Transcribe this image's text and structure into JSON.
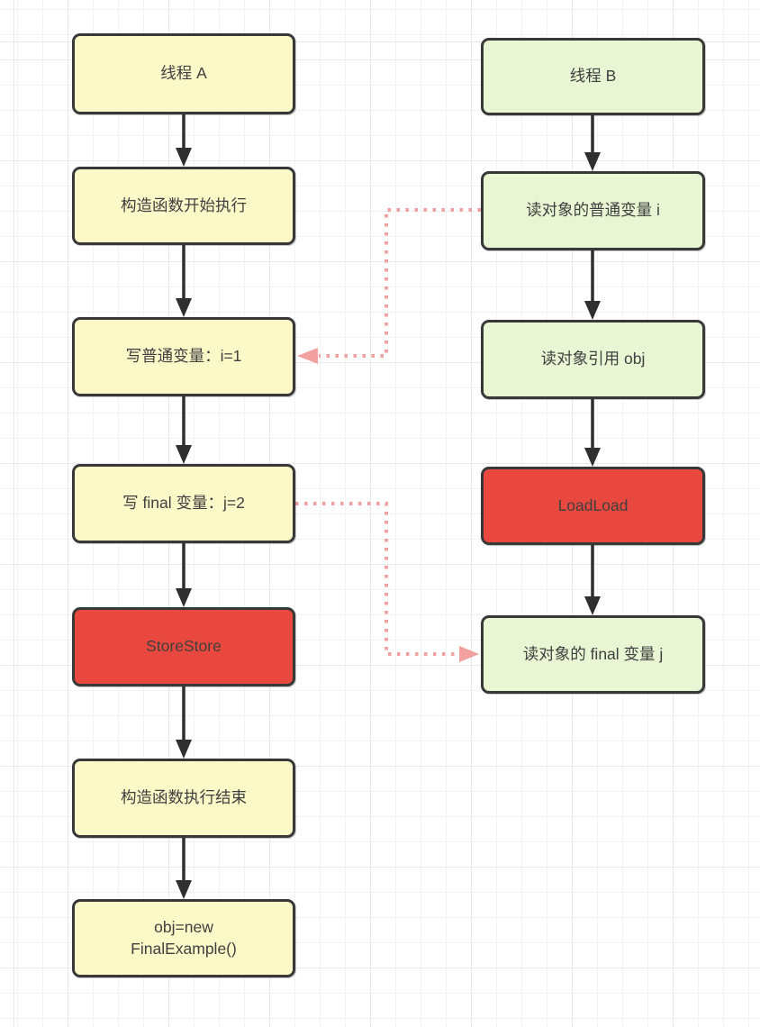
{
  "colors": {
    "node_yellow": "#fcf9c9",
    "node_green": "#e8f6d4",
    "node_red": "#e8483e",
    "node_border": "#383838",
    "node_text": "#3f3f3f",
    "arrow": "#2f2f2f",
    "dotted_arrow": "#f2a0a0",
    "grid_minor": "#f3f3f3",
    "grid_major": "#e8e8e8"
  },
  "nodes": {
    "a1": {
      "label": "线程 A",
      "thread": "A",
      "barrier": false
    },
    "a2": {
      "label": "构造函数开始执行",
      "thread": "A",
      "barrier": false
    },
    "a3": {
      "label": "写普通变量：i=1",
      "thread": "A",
      "barrier": false
    },
    "a4": {
      "label": "写 final 变量：j=2",
      "thread": "A",
      "barrier": false
    },
    "a5": {
      "label": "StoreStore",
      "thread": "A",
      "barrier": true
    },
    "a6": {
      "label": "构造函数执行结束",
      "thread": "A",
      "barrier": false
    },
    "a7": {
      "label": "obj=new\nFinalExample()",
      "thread": "A",
      "barrier": false
    },
    "b1": {
      "label": "线程 B",
      "thread": "B",
      "barrier": false
    },
    "b2": {
      "label": "读对象的普通变量 i",
      "thread": "B",
      "barrier": false
    },
    "b3": {
      "label": "读对象引用 obj",
      "thread": "B",
      "barrier": false
    },
    "b4": {
      "label": "LoadLoad",
      "thread": "B",
      "barrier": true
    },
    "b5": {
      "label": "读对象的 final 变量 j",
      "thread": "B",
      "barrier": false
    }
  },
  "dotted_links": [
    {
      "from": "读对象的普通变量 i",
      "to": "写普通变量：i=1"
    },
    {
      "from": "写 final 变量：j=2",
      "to": "读对象的 final 变量 j"
    }
  ]
}
